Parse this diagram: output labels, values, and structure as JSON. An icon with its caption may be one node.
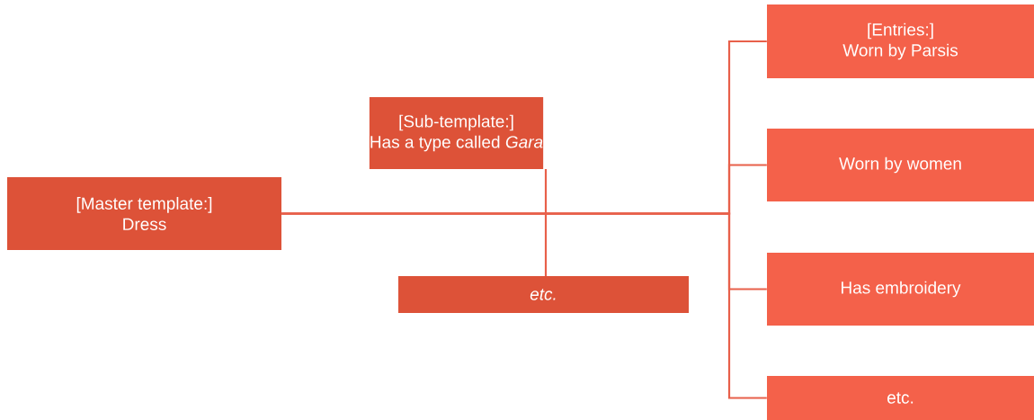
{
  "diagram": {
    "nodes": [
      {
        "text": [
          "[Master template:]",
          "Dress"
        ]
      },
      {
        "text": [
          "[Sub-template:]",
          "Has a type called *Gara*"
        ]
      },
      {
        "text": [
          "etc."
        ]
      },
      {
        "text": [
          "[Entries:]",
          "Worn by Parsis"
        ]
      },
      {
        "text": [
          "Worn by women"
        ]
      },
      {
        "text": [
          "Has embroidery"
        ]
      },
      {
        "text": [
          "etc."
        ]
      }
    ],
    "edges": [
      {
        "from": 0,
        "to": 3,
        "arrow": "none"
      },
      {
        "from": 0,
        "to": 4,
        "arrow": "none"
      },
      {
        "from": 0,
        "to": 5,
        "arrow": "none"
      },
      {
        "from": 0,
        "to": 6,
        "arrow": "none"
      },
      {
        "from": 1,
        "to": 2,
        "arrow": "none"
      }
    ]
  }
}
